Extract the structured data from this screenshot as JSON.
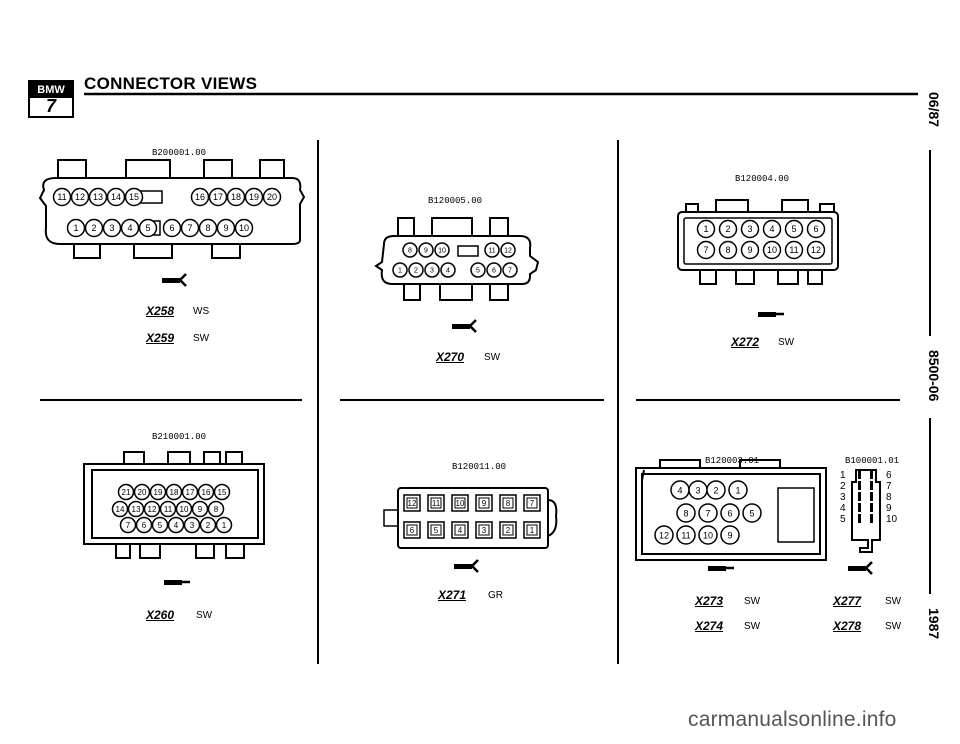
{
  "header": {
    "title": "CONNECTOR VIEWS",
    "logo_text": "BMW",
    "logo_series": "7"
  },
  "side": {
    "date": "06/87",
    "code": "8500-06",
    "year": "1987"
  },
  "connectors": [
    {
      "part": "B200001.00",
      "pins_top": [
        "11",
        "12",
        "13",
        "14",
        "15",
        "16",
        "17",
        "18",
        "19",
        "20"
      ],
      "pins_bottom": [
        "1",
        "2",
        "3",
        "4",
        "5",
        "6",
        "7",
        "8",
        "9",
        "10"
      ],
      "labels": [
        {
          "name": "X258",
          "color": "WS"
        },
        {
          "name": "X259",
          "color": "SW"
        }
      ]
    },
    {
      "part": "B120005.00",
      "pins_top": [
        "8",
        "9",
        "10",
        "11",
        "12"
      ],
      "pins_bottom": [
        "1",
        "2",
        "3",
        "4",
        "5",
        "6",
        "7"
      ],
      "labels": [
        {
          "name": "X270",
          "color": "SW"
        }
      ]
    },
    {
      "part": "B120004.00",
      "pins_top": [
        "1",
        "2",
        "3",
        "4",
        "5",
        "6"
      ],
      "pins_bottom": [
        "7",
        "8",
        "9",
        "10",
        "11",
        "12"
      ],
      "labels": [
        {
          "name": "X272",
          "color": "SW"
        }
      ]
    },
    {
      "part": "B210001.00",
      "pins_row1": [
        "21",
        "20",
        "19",
        "18",
        "17",
        "16",
        "15"
      ],
      "pins_row2": [
        "14",
        "13",
        "12",
        "11",
        "10",
        "9",
        "8"
      ],
      "pins_row3": [
        "7",
        "6",
        "5",
        "4",
        "3",
        "2",
        "1"
      ],
      "labels": [
        {
          "name": "X260",
          "color": "SW"
        }
      ]
    },
    {
      "part": "B120011.00",
      "pins_top": [
        "12",
        "11",
        "10",
        "9",
        "8",
        "7"
      ],
      "pins_bottom": [
        "6",
        "5",
        "4",
        "3",
        "2",
        "1"
      ],
      "labels": [
        {
          "name": "X271",
          "color": "GR"
        }
      ]
    },
    {
      "part": "B120003.01",
      "pins_row1": [
        "4",
        "3",
        "2",
        "1"
      ],
      "pins_row2": [
        "8",
        "7",
        "6",
        "5"
      ],
      "pins_row3": [
        "12",
        "11",
        "10",
        "9"
      ],
      "labels": [
        {
          "name": "X273",
          "color": "SW"
        },
        {
          "name": "X274",
          "color": "SW"
        }
      ]
    },
    {
      "part": "B100001.01",
      "pins_left": [
        "1",
        "2",
        "3",
        "4",
        "5"
      ],
      "pins_right": [
        "6",
        "7",
        "8",
        "9",
        "10"
      ],
      "labels": [
        {
          "name": "X277",
          "color": "SW"
        },
        {
          "name": "X278",
          "color": "SW"
        }
      ]
    }
  ],
  "footer": {
    "watermark": "carmanualsonline.info"
  }
}
